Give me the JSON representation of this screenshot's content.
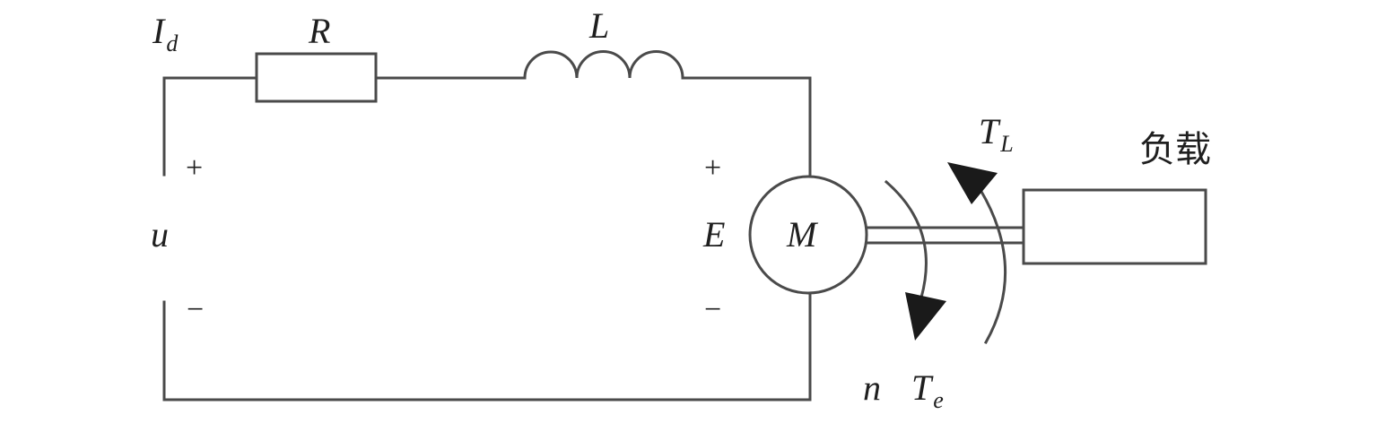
{
  "labels": {
    "current_main": "I",
    "current_sub": "d",
    "resistor": "R",
    "inductor": "L",
    "source_voltage": "u",
    "back_emf": "E",
    "motor": "M",
    "load_torque_main": "T",
    "load_torque_sub": "L",
    "speed": "n",
    "em_torque_main": "T",
    "em_torque_sub": "e",
    "load": "负载"
  },
  "signs": {
    "source_plus": "+",
    "source_minus": "−",
    "emf_plus": "+",
    "emf_minus": "−"
  }
}
